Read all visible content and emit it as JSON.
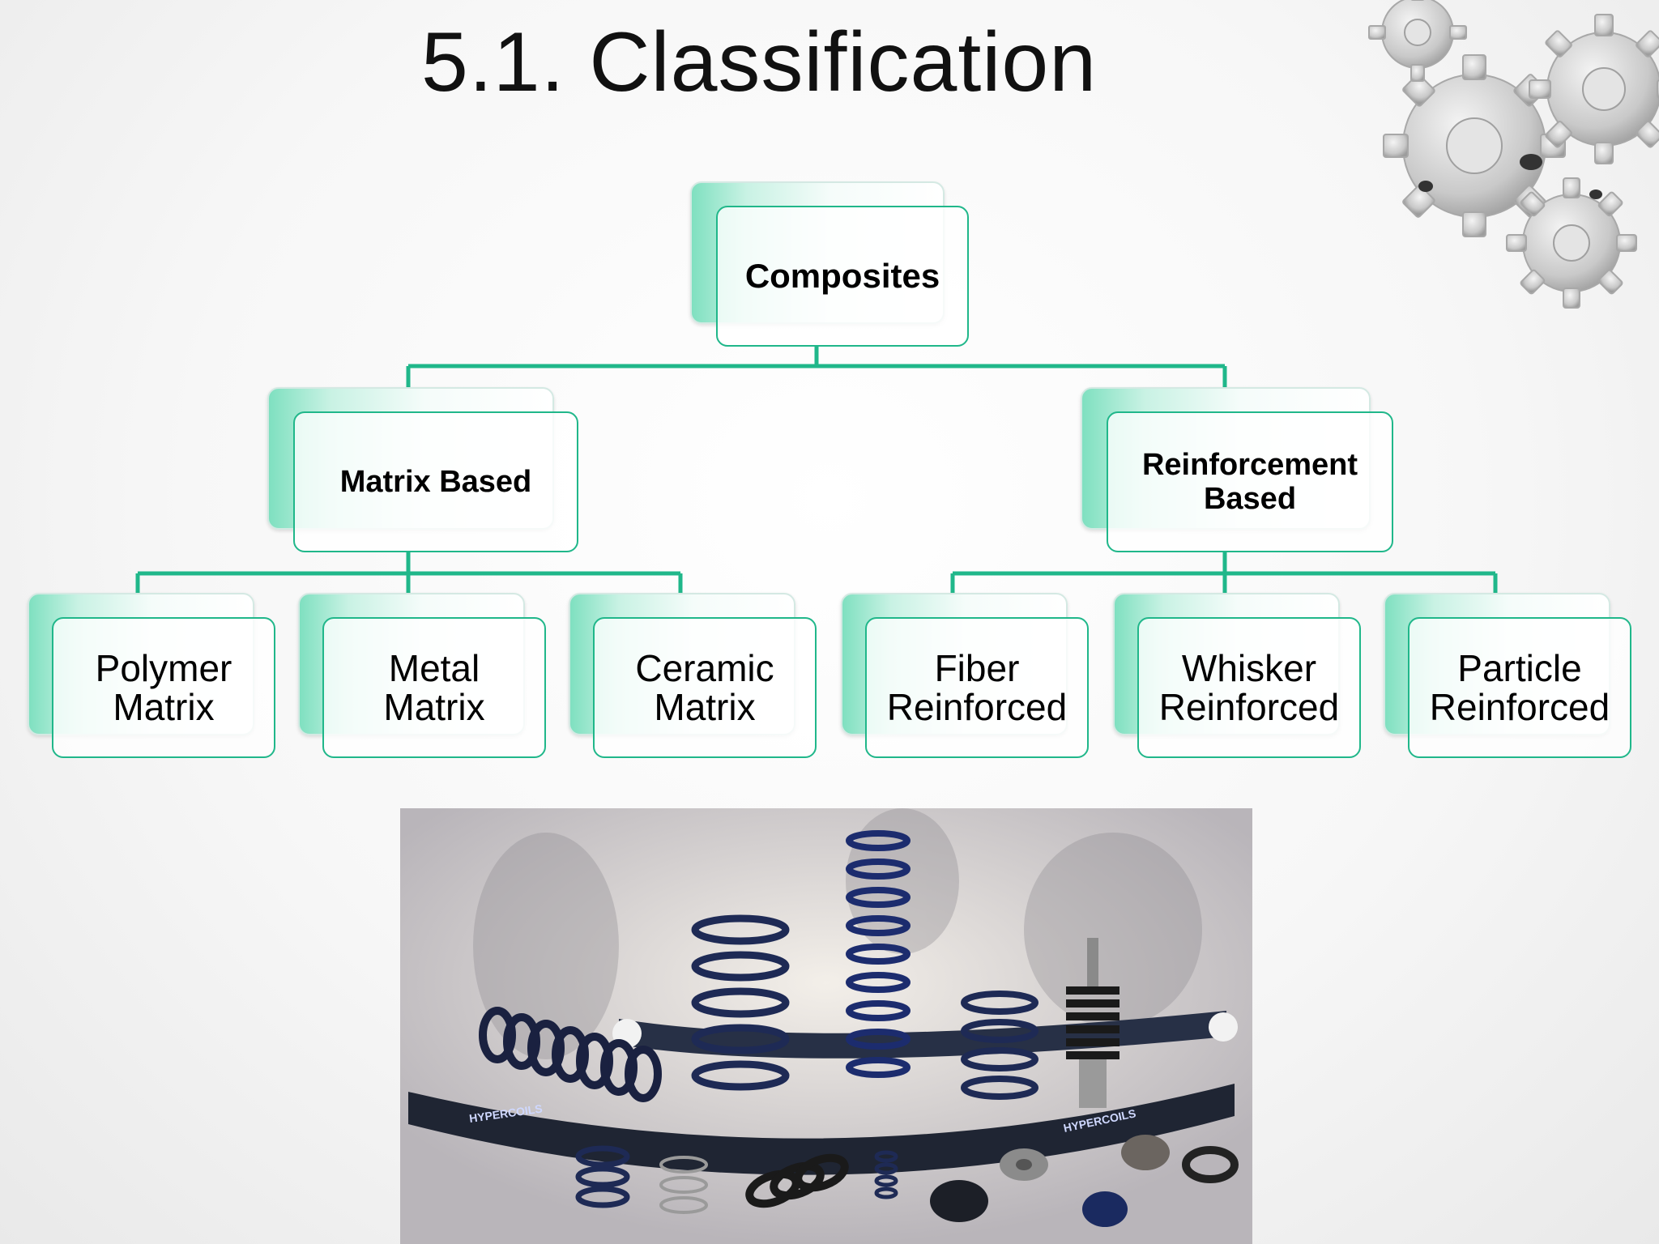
{
  "slide": {
    "title": "5.1. Classification"
  },
  "diagram": {
    "root": "Composites",
    "branches": [
      {
        "label": "Matrix Based",
        "children": [
          "Polymer\nMatrix",
          "Metal\nMatrix",
          "Ceramic\nMatrix"
        ]
      },
      {
        "label": "Reinforcement\nBased",
        "children": [
          "Fiber\nReinforced",
          "Whisker\nReinforced",
          "Particle\nReinforced"
        ]
      }
    ],
    "colors": {
      "accent": "#20b78a",
      "fill_start": "#7fe0c0"
    }
  },
  "photo": {
    "subject": "composite springs and suspension parts",
    "brand_marks": [
      "HYPERCOILS",
      "HYPERCOILS"
    ]
  }
}
